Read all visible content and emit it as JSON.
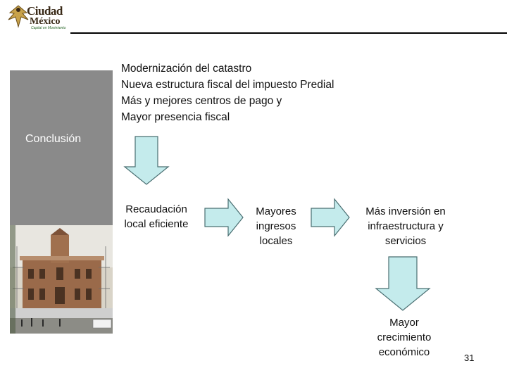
{
  "logo": {
    "line1": "Ciudad",
    "line2": "México",
    "tagline": "Capital en Movimiento"
  },
  "bullets": [
    "Modernización del catastro",
    "Nueva estructura fiscal del impuesto Predial",
    "Más y mejores centros de pago y",
    "Mayor presencia fiscal"
  ],
  "side_label": "Conclusión",
  "flow": {
    "recaudacion": [
      "Recaudación",
      "local eficiente"
    ],
    "mayores": [
      "Mayores",
      "ingresos",
      "locales"
    ],
    "inversion": [
      "Más inversión en",
      "infraestructura y",
      "servicios"
    ],
    "crecimiento": [
      "Mayor",
      "crecimiento",
      "económico"
    ]
  },
  "page_number": "31",
  "colors": {
    "arrow_fill": "#c4ebec",
    "arrow_stroke": "#4a6f72",
    "side_panel": "#8a8a8a",
    "rule": "#000000"
  }
}
